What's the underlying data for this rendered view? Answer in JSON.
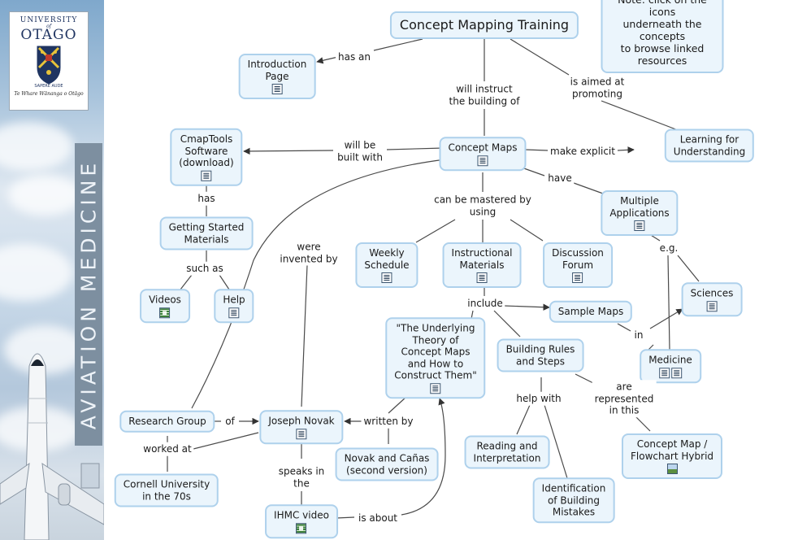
{
  "sidebar": {
    "logo": {
      "university": "UNIVERSITY",
      "of": "of",
      "name": "OTAGO",
      "motto": "Te Whare Wānanga o Otāgo",
      "crest_motto": "SAPERE AUDE"
    },
    "vertical_title": "AVIATION MEDICINE",
    "colors": {
      "sky": "#a9c4dc",
      "title_band": "#7d8fa0",
      "logo_text": "#1f3461"
    }
  },
  "diagram": {
    "colors": {
      "node_fill": "#ebf5fc",
      "node_border": "#aed1ec",
      "link": "#4a4a4a"
    },
    "nodes": {
      "title": {
        "text": "Concept Mapping Training"
      },
      "note": {
        "text": "Note: click on the icons\nunderneath the concepts\nto browse linked resources"
      },
      "intro": {
        "text": "Introduction\nPage",
        "icons": [
          "doc"
        ]
      },
      "learning": {
        "text": "Learning for Understanding"
      },
      "concept_maps": {
        "text": "Concept Maps",
        "icons": [
          "doc"
        ]
      },
      "cmaptools": {
        "text": "CmapTools\nSoftware\n(download)",
        "icons": [
          "doc"
        ]
      },
      "getting_started": {
        "text": "Getting Started\nMaterials"
      },
      "videos": {
        "text": "Videos",
        "icons": [
          "video"
        ]
      },
      "help": {
        "text": "Help",
        "icons": [
          "doc"
        ]
      },
      "multiple_apps": {
        "text": "Multiple\nApplications",
        "icons": [
          "doc"
        ]
      },
      "weekly": {
        "text": "Weekly\nSchedule",
        "icons": [
          "doc"
        ]
      },
      "instructional": {
        "text": "Instructional\nMaterials",
        "icons": [
          "doc"
        ]
      },
      "discussion": {
        "text": "Discussion\nForum",
        "icons": [
          "doc"
        ]
      },
      "sciences": {
        "text": "Sciences",
        "icons": [
          "doc"
        ]
      },
      "sample_maps": {
        "text": "Sample Maps"
      },
      "underlying": {
        "text": "\"The Underlying\nTheory of\nConcept Maps\nand How to\nConstruct Them\"",
        "icons": [
          "doc"
        ]
      },
      "building_rules": {
        "text": "Building Rules\nand Steps"
      },
      "medicine": {
        "text": "Medicine",
        "icons": [
          "doc",
          "doc"
        ]
      },
      "research_group": {
        "text": "Research Group"
      },
      "novak": {
        "text": "Joseph Novak",
        "icons": [
          "doc"
        ]
      },
      "novak_canas": {
        "text": "Novak and Cañas\n(second version)"
      },
      "cornell": {
        "text": "Cornell University\nin the 70s"
      },
      "reading": {
        "text": "Reading and\nInterpretation"
      },
      "flowchart": {
        "text": "Concept Map /\nFlowchart Hybrid",
        "icons": [
          "image"
        ]
      },
      "identification": {
        "text": "Identification\nof Building\nMistakes"
      },
      "ihmc": {
        "text": "IHMC video",
        "icons": [
          "video"
        ]
      }
    },
    "links": {
      "has_an": "has an",
      "will_instruct": "will instruct\nthe building of",
      "is_aimed": "is aimed at\npromoting",
      "will_be_built": "will be\nbuilt with",
      "make_explicit": "make explicit",
      "have": "have",
      "has": "has",
      "can_be_mastered": "can be mastered by\nusing",
      "were_invented": "were\ninvented by",
      "such_as": "such as",
      "eg": "e.g.",
      "include": "include",
      "in": "in",
      "are_represented": "are\nrepresented\nin this",
      "help_with": "help with",
      "of": "of",
      "written_by": "written by",
      "worked_at": "worked at",
      "speaks_in": "speaks in\nthe",
      "is_about": "is about"
    }
  }
}
